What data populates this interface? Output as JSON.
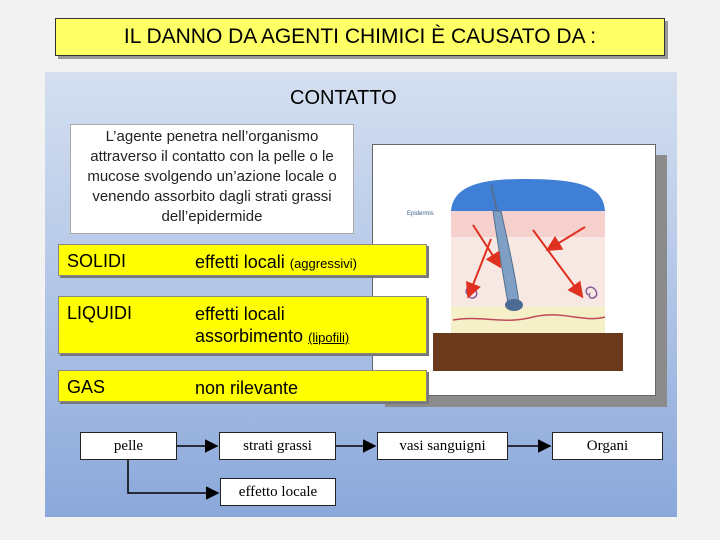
{
  "title": "IL DANNO DA AGENTI CHIMICI È CAUSATO DA :",
  "subtitle": "CONTATTO",
  "description": "L’agente penetra nell’organismo attraverso il contatto con la pelle o le mucose svolgendo un’azione locale o venendo assorbito dagli strati grassi dell’epidermide",
  "diagram": {
    "label_epidermis": "Epidermis",
    "skin_layer_colors": {
      "surface": "#3f7fd6",
      "epidermis": "#f6d0cc",
      "dermis": "#f7e8e3",
      "fat": "#f5f0c8",
      "muscle": "#6b3a1c"
    },
    "arrow_color": "#e03020"
  },
  "states": [
    {
      "name": "SOLIDI",
      "effect_main": "effetti locali",
      "effect_note": "(aggressivi)"
    },
    {
      "name": "LIQUIDI",
      "effect_main": "effetti locali",
      "effect_line2": "assorbimento",
      "effect_note": "(lipofili)"
    },
    {
      "name": "GAS",
      "effect_main": "non rilevante"
    }
  ],
  "flow": {
    "pelle": "pelle",
    "strati_grassi": "strati grassi",
    "vasi_sanguigni": "vasi sanguigni",
    "organi": "Organi",
    "effetto_locale": "effetto locale"
  }
}
